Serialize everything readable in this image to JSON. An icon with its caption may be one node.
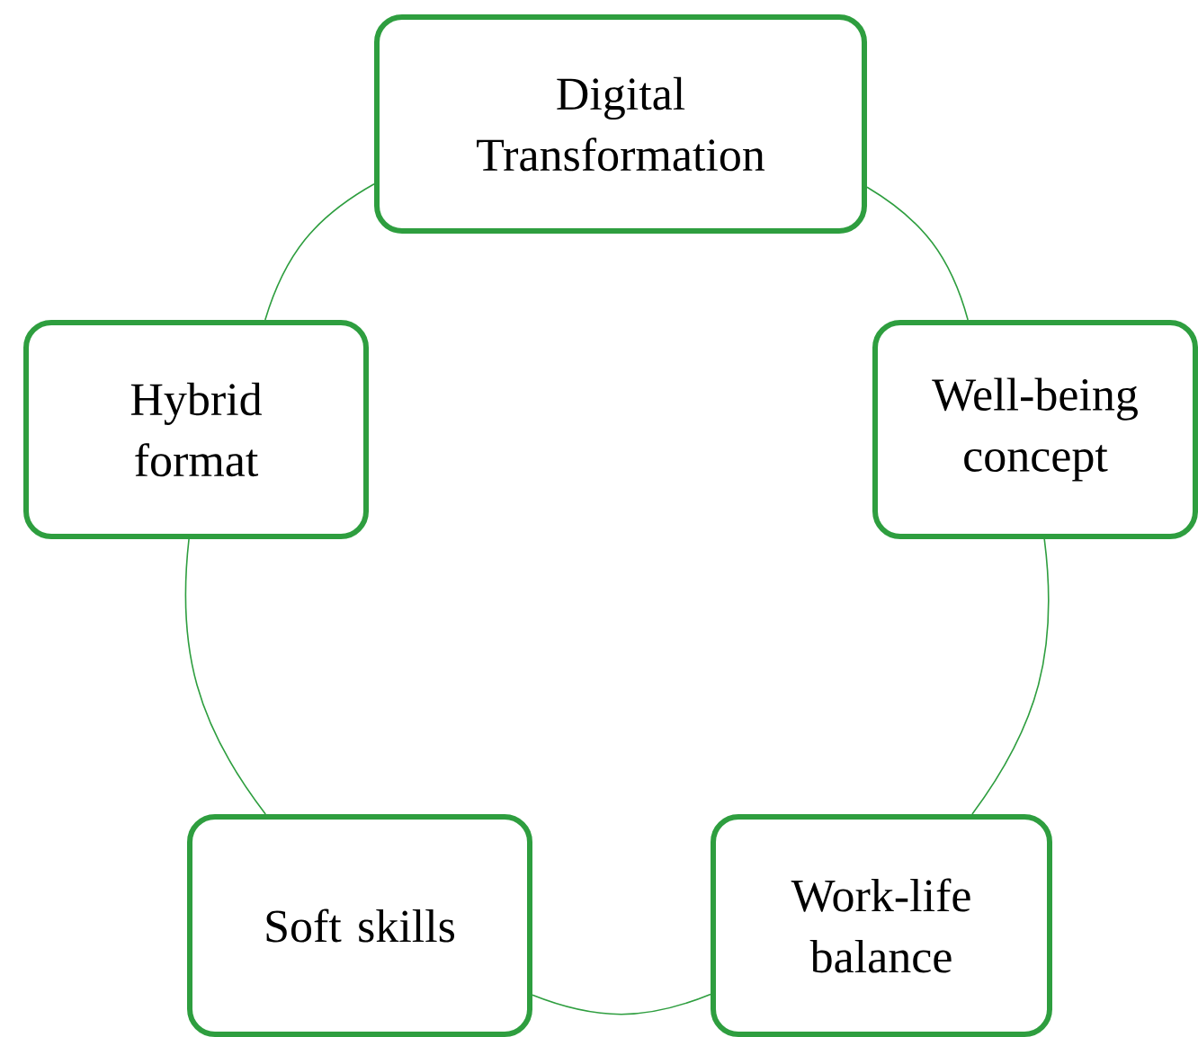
{
  "diagram": {
    "nodes": [
      {
        "text": [
          "Digital Transformation"
        ]
      },
      {
        "text": [
          "Well-being concept"
        ]
      },
      {
        "text": [
          "Work-life balance"
        ]
      },
      {
        "text": [
          "Soft skills"
        ]
      },
      {
        "text": [
          "Hybrid format"
        ]
      }
    ],
    "edges": [
      {
        "from": 0,
        "to": 1,
        "arrow": "none"
      },
      {
        "from": 1,
        "to": 2,
        "arrow": "none"
      },
      {
        "from": 2,
        "to": 3,
        "arrow": "none"
      },
      {
        "from": 3,
        "to": 4,
        "arrow": "none"
      },
      {
        "from": 4,
        "to": 0,
        "arrow": "none"
      }
    ]
  }
}
